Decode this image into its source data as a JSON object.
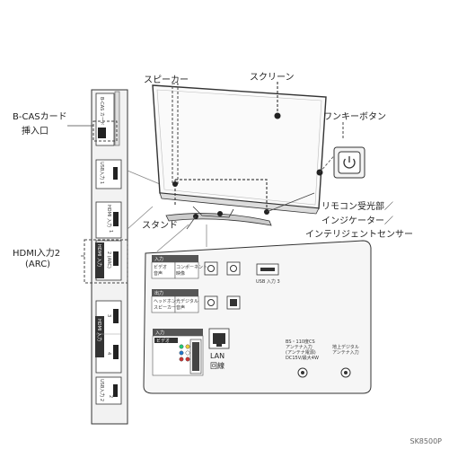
{
  "labels": {
    "speaker": "スピーカー",
    "screen": "スクリーン",
    "one_key_button": "ワンキーボタン",
    "bcas_line1": "B-CASカード",
    "bcas_line2": "挿入口",
    "hdmi2_line1": "HDMI入力2",
    "hdmi2_line2": "(ARC)",
    "stand": "スタンド",
    "remote_line1": "リモコン受光部／",
    "remote_line2": "インジケーター／",
    "remote_line3": "インテリジェントセンサー"
  },
  "side_panel": {
    "bcas": "B-CAS カード",
    "usb1": "USB入力 1",
    "hdmi1": "HDMI 入力",
    "hdmi_arc": "HDMI 入力",
    "port1": "1",
    "port2_arc": "2 (ARC)",
    "port3": "3",
    "port4": "4",
    "usb2": "USB入力 2",
    "usb2_num": "2"
  },
  "rear_panel": {
    "input_header": "入力",
    "input_video": "ビデオ",
    "input_audio": "音声",
    "input_component": "コンポーネント",
    "input_component2": "映像",
    "output_header": "出力",
    "output_headphone": "ヘッドホン",
    "output_speaker": "スピーカー",
    "output_digital": "光デジタル",
    "output_audio": "音声",
    "usb3": "USB 入力 3",
    "input2_header": "入力",
    "input2_video": "ビデオ",
    "lan": "LAN",
    "lan2": "回線",
    "bs_line1": "BS・110度CS",
    "bs_line2": "アンテナ入力",
    "bs_line3": "(アンテナ電源)",
    "bs_line4": "DC15V/最大4W",
    "terr_line1": "地上デジタル",
    "terr_line2": "アンテナ入力"
  },
  "model": "SK8500P"
}
